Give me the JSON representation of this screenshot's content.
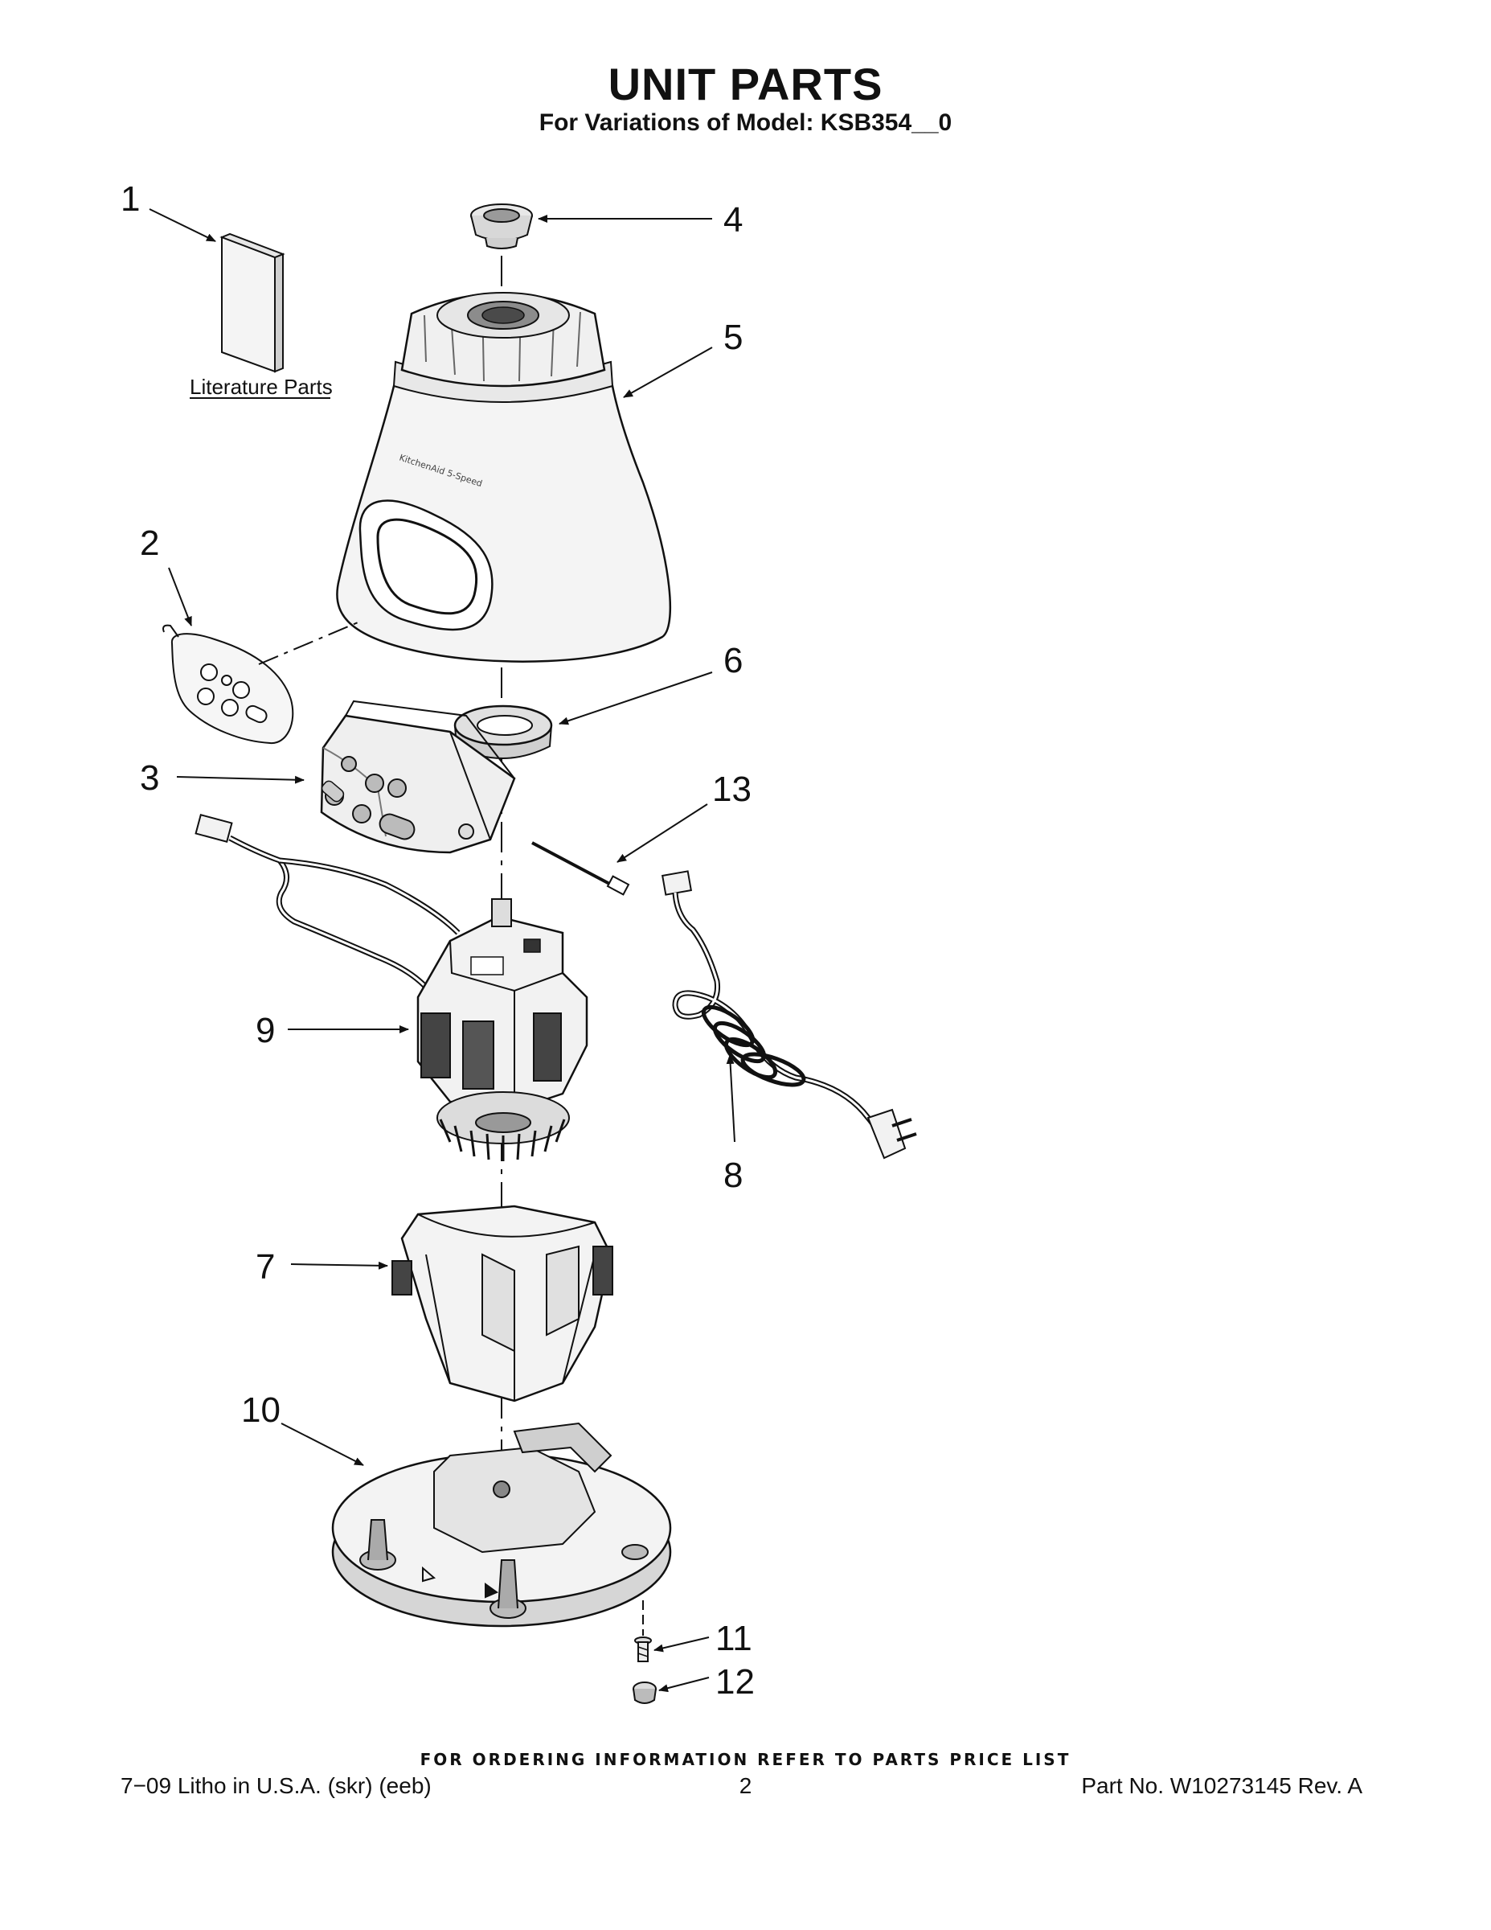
{
  "header": {
    "title": "UNIT PARTS",
    "subtitle": "For Variations of Model: KSB354__0"
  },
  "literature_label": "Literature Parts",
  "callouts": [
    {
      "id": "1",
      "part": "literature"
    },
    {
      "id": "2",
      "part": "control-overlay"
    },
    {
      "id": "3",
      "part": "control-panel"
    },
    {
      "id": "4",
      "part": "drive-coupling"
    },
    {
      "id": "5",
      "part": "base-housing"
    },
    {
      "id": "6",
      "part": "seal-ring"
    },
    {
      "id": "7",
      "part": "motor-mount"
    },
    {
      "id": "8",
      "part": "power-cord"
    },
    {
      "id": "9",
      "part": "motor"
    },
    {
      "id": "10",
      "part": "base-plate"
    },
    {
      "id": "11",
      "part": "screw"
    },
    {
      "id": "12",
      "part": "foot"
    },
    {
      "id": "13",
      "part": "wire-harness"
    }
  ],
  "footer": {
    "order_info": "FOR ORDERING INFORMATION REFER TO PARTS PRICE LIST",
    "litho": "7−09 Litho in U.S.A. (skr) (eeb)",
    "page_number": "2",
    "part_number": "Part No. W10273145 Rev. A"
  },
  "colors": {
    "ink": "#111111",
    "part_fill": "#f2f2f2",
    "shade": "#cfcfcf"
  }
}
